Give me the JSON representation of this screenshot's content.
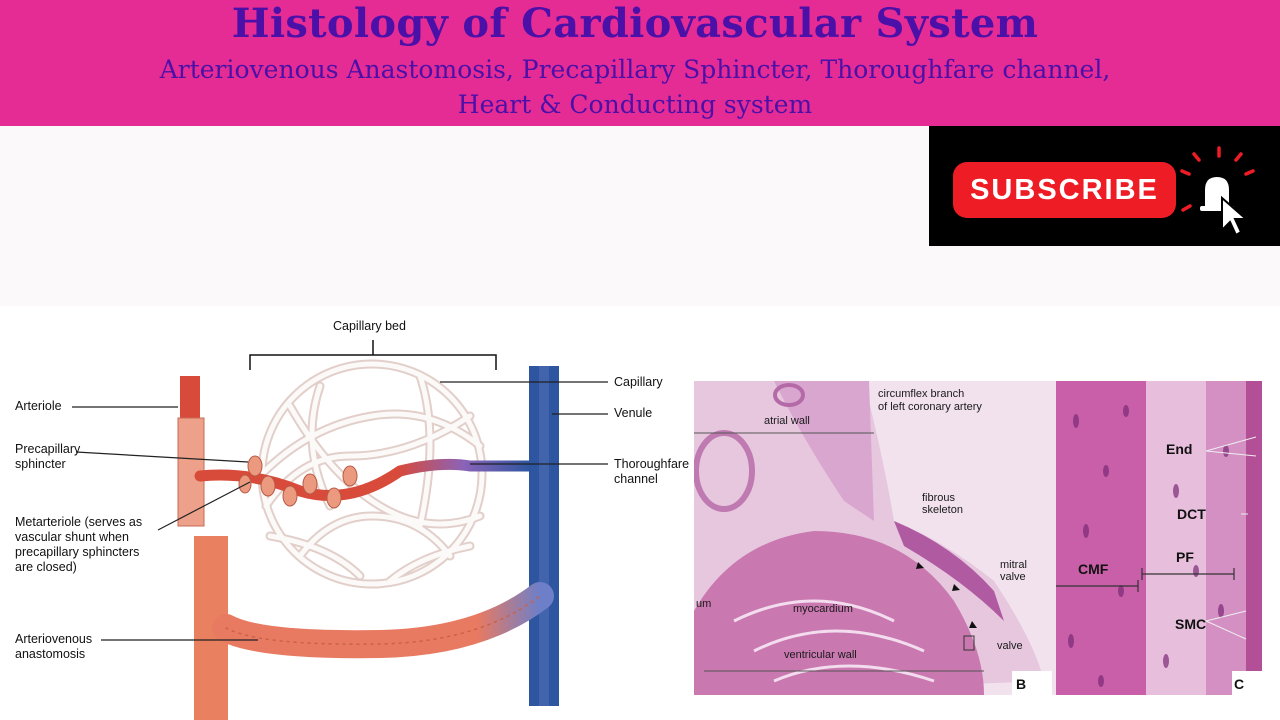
{
  "header": {
    "title": "Histology of Cardiovascular System",
    "subtitle_line1": "Arteriovenous Anastomosis, Precapillary Sphincter, Thoroughfare channel,",
    "subtitle_line2": "Heart & Conducting system"
  },
  "promo": {
    "subscribe_label": "SUBSCRIBE",
    "icon": "bell-icon"
  },
  "colors": {
    "header_bg": "#e52c94",
    "title_text": "#4a10a8",
    "subscribe_bg": "#ee1c25",
    "artery": "#d84a3a",
    "vein": "#2d55a0",
    "capillary": "#f2dcd8"
  },
  "diagram": {
    "bracket_label": "Capillary bed",
    "labels": {
      "arteriole": "Arteriole",
      "precap_1": "Precapillary",
      "precap_2": "sphincter",
      "meta_1": "Metarteriole (serves as",
      "meta_2": "vascular shunt when",
      "meta_3": "precapillary sphincters",
      "meta_4": "are closed)",
      "av_1": "Arteriovenous",
      "av_2": "anastomosis",
      "capillary": "Capillary",
      "venule": "Venule",
      "thor_1": "Thoroughfare",
      "thor_2": "channel"
    }
  },
  "micrograph_b": {
    "labels": {
      "circ_1": "circumflex branch",
      "circ_2": "of left coronary artery",
      "atrial_wall": "atrial wall",
      "fibrous_1": "fibrous",
      "fibrous_2": "skeleton",
      "mitral_1": "mitral",
      "mitral_2": "valve",
      "myocardium": "myocardium",
      "ventricular_wall": "ventricular wall",
      "valve": "valve",
      "um": "um",
      "panel": "B"
    }
  },
  "micrograph_c": {
    "labels": {
      "end": "End",
      "dct": "DCT",
      "pf": "PF",
      "cmf": "CMF",
      "smc": "SMC",
      "panel": "C"
    }
  }
}
